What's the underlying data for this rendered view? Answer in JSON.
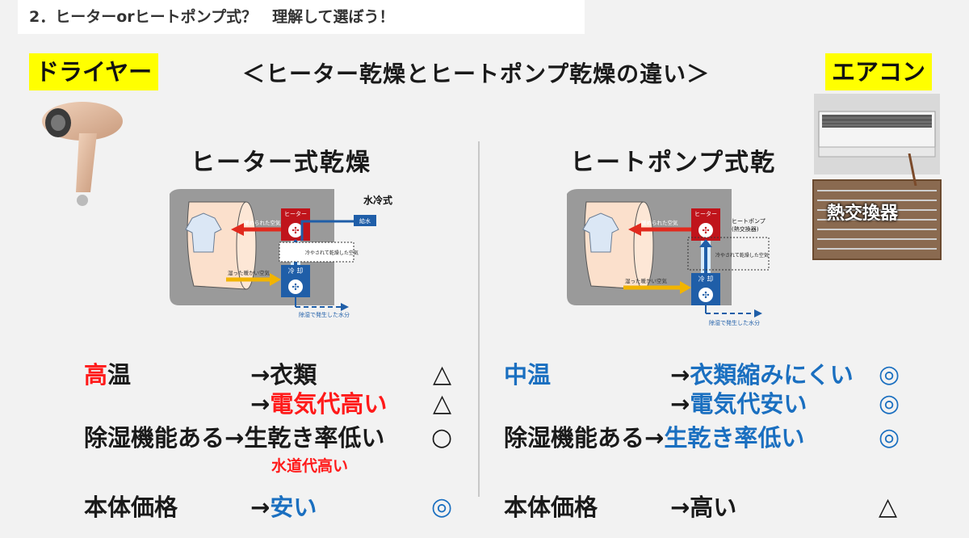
{
  "header": {
    "title": "2．ヒーターorヒートポンプ式？　理解して選ぼう！"
  },
  "tags": {
    "dryer": "ドライヤー",
    "aircon": "エアコン"
  },
  "main_title": "＜ヒーター乾燥とヒートポンプ乾燥の違い＞",
  "heat_exchanger_label": "熱交換器",
  "left": {
    "title": "ヒーター式乾燥",
    "diagram": {
      "mode_label": "水冷式",
      "heater": "ヒーター",
      "cooler": "冷 却",
      "warm_air": "暖められた空気",
      "humid_air": "湿った暖かい空気",
      "water_supply": "給水",
      "cooled_air": "冷やされて乾燥した空気",
      "water_out": "除湿で発生した水分"
    },
    "rows": [
      {
        "label_red": "高",
        "label": "温",
        "arrow": "→衣類",
        "value": "",
        "symbol": "△"
      },
      {
        "label": "",
        "arrow": "→",
        "value": "電気代高い",
        "symbol": "△"
      },
      {
        "label": "除湿機能ある",
        "arrow": "→生乾き率低い",
        "value": "",
        "symbol": "○"
      },
      {
        "label": "本体価格",
        "arrow": "→",
        "value": "安い",
        "symbol": "◎"
      }
    ],
    "note": "水道代高い"
  },
  "right": {
    "title": "ヒートポンプ式乾",
    "diagram": {
      "heater": "ヒーター",
      "cooler": "冷 却",
      "warm_air": "暖められた空気",
      "humid_air": "湿った暖かい空気",
      "heatpump_label": "ヒートポンプ",
      "heatpump_sub": "(熱交換器)",
      "cooled_air": "冷やされて乾燥した空気",
      "water_out": "除湿で発生した水分"
    },
    "rows": [
      {
        "label": "中温",
        "arrow": "→",
        "value": "衣類縮みにくい",
        "symbol": "◎"
      },
      {
        "label": "",
        "arrow": "→",
        "value": "電気代安い",
        "symbol": "◎"
      },
      {
        "label": "除湿機能ある",
        "arrow": "→",
        "value": "生乾き率低い",
        "symbol": "◎"
      },
      {
        "label": "本体価格",
        "arrow": "→高い",
        "value": "",
        "symbol": "△"
      }
    ]
  }
}
